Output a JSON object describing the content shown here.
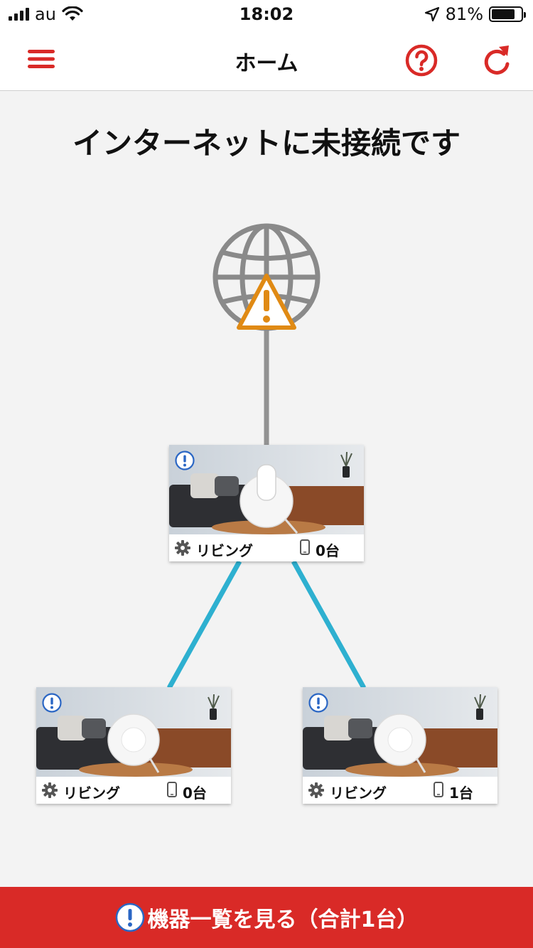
{
  "status_bar": {
    "carrier": "au",
    "time": "18:02",
    "battery": "81%",
    "battery_level": 0.81
  },
  "nav": {
    "title": "ホーム",
    "menu_icon": "hamburger-menu-icon",
    "help_icon": "help-circle-icon",
    "refresh_icon": "refresh-icon"
  },
  "headline": "インターネットに未接続です",
  "internet": {
    "icon": "globe-icon",
    "warning_icon": "warning-triangle-icon"
  },
  "devices": [
    {
      "name": "リビング",
      "count": "0台"
    },
    {
      "name": "リビング",
      "count": "0台"
    },
    {
      "name": "リビング",
      "count": "1台"
    }
  ],
  "bottom_bar": {
    "label": "機器一覧を見る（合計1台）"
  },
  "colors": {
    "accent": "#d92a27",
    "link_line": "#2eb0d0",
    "warning": "#e08a14",
    "globe": "#8a8a8a",
    "alert_blue": "#2a66c4"
  }
}
